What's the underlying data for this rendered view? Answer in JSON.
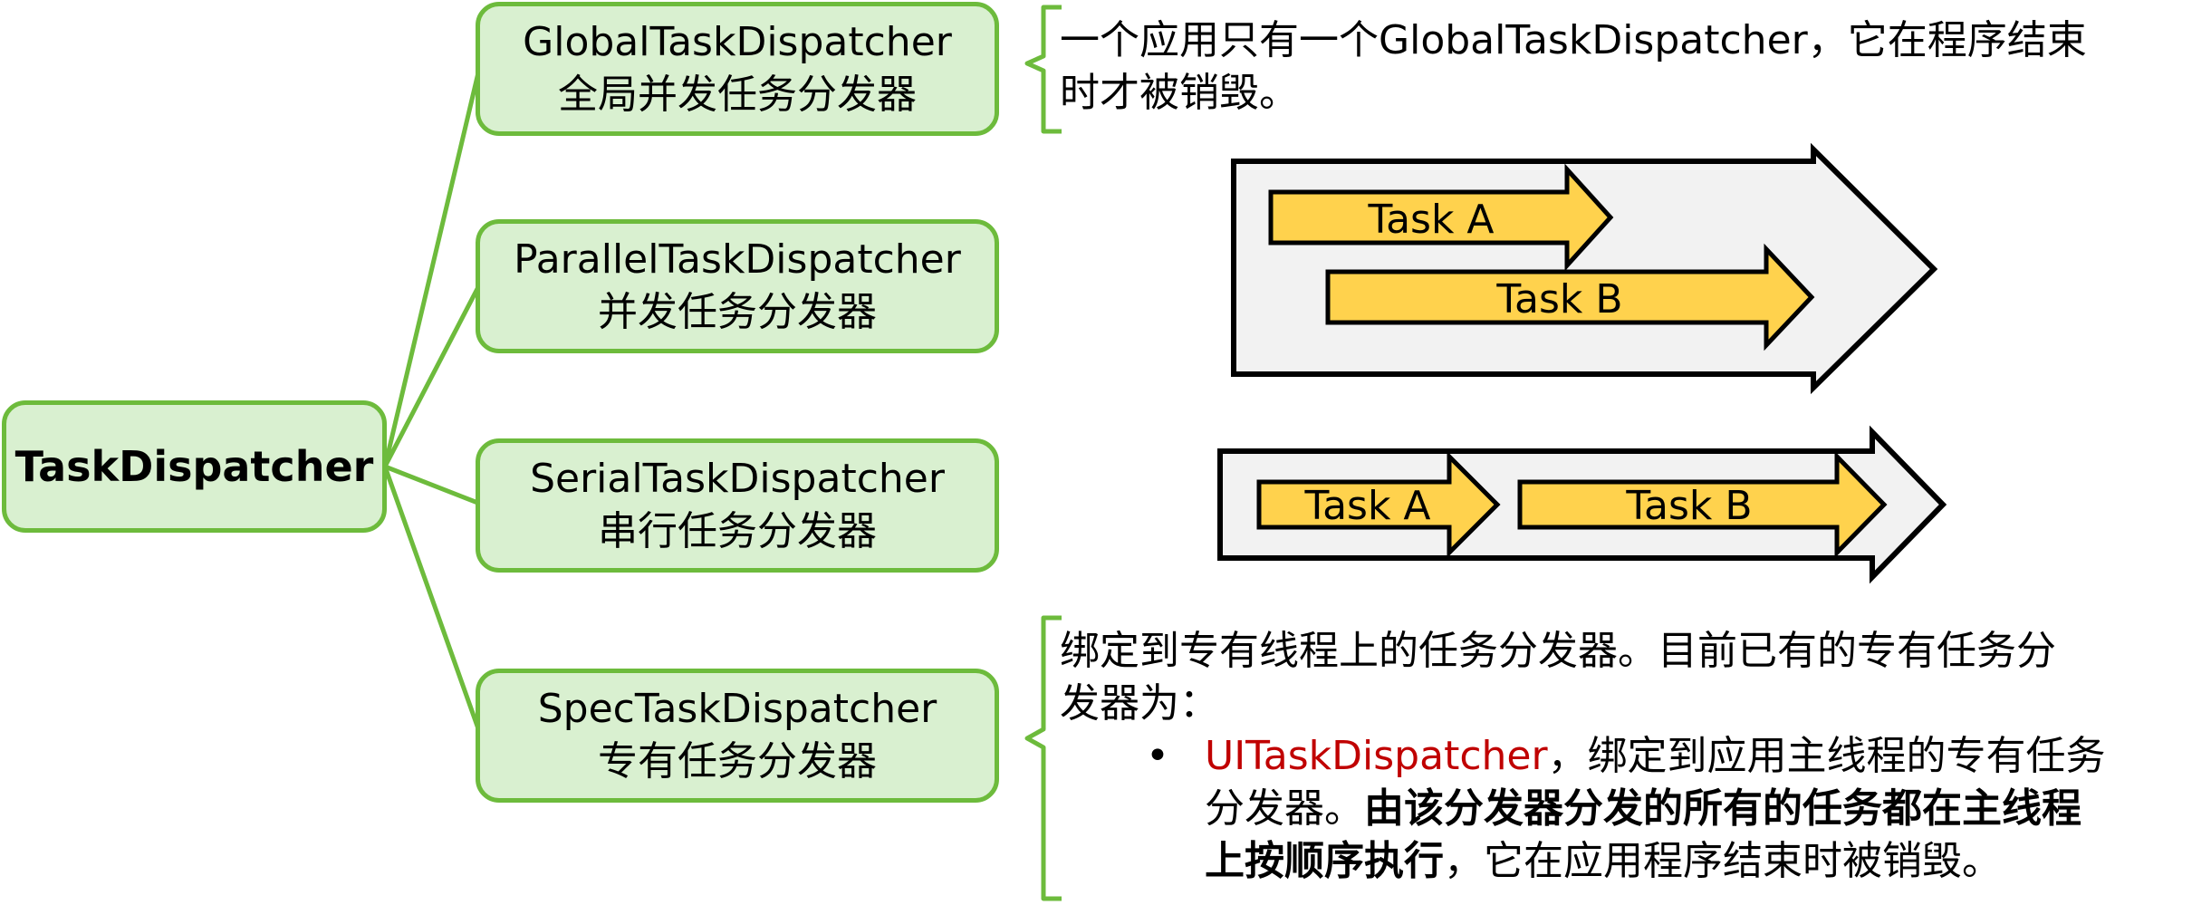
{
  "root": {
    "label": "TaskDispatcher"
  },
  "dispatchers": [
    {
      "name": "GlobalTaskDispatcher",
      "cn": "全局并发任务分发器"
    },
    {
      "name": "ParallelTaskDispatcher",
      "cn": "并发任务分发器"
    },
    {
      "name": "SerialTaskDispatcher",
      "cn": "串行任务分发器"
    },
    {
      "name": "SpecTaskDispatcher",
      "cn": "专有任务分发器"
    }
  ],
  "global_desc": {
    "line1": "一个应用只有一个GlobalTaskDispatcher，它在程序结束",
    "line2": "时才被销毁。"
  },
  "parallel_illustration": {
    "task_a": "Task A",
    "task_b": "Task B"
  },
  "serial_illustration": {
    "task_a": "Task A",
    "task_b": "Task B"
  },
  "spec_desc": {
    "line1": "绑定到专有线程上的任务分发器。目前已有的专有任务分",
    "line2": "发器为：",
    "bullet": "•",
    "bullet_name": "UITaskDispatcher",
    "bullet_rest1": "，绑定到应用主线程的专有任务",
    "bullet_line2_a": "分发器。",
    "bullet_line2_b": "由该分发器分发的所有的任务都在主线程",
    "bullet_line3_a": "上按顺序执行",
    "bullet_line3_b": "，它在应用程序结束时被销毁。"
  },
  "colors": {
    "node_fill": "#d9f0d0",
    "node_border": "#6dbb3c",
    "task_fill": "#ffd24d",
    "outer_arrow_fill": "#f2f2f2",
    "highlight": "#c00000"
  }
}
